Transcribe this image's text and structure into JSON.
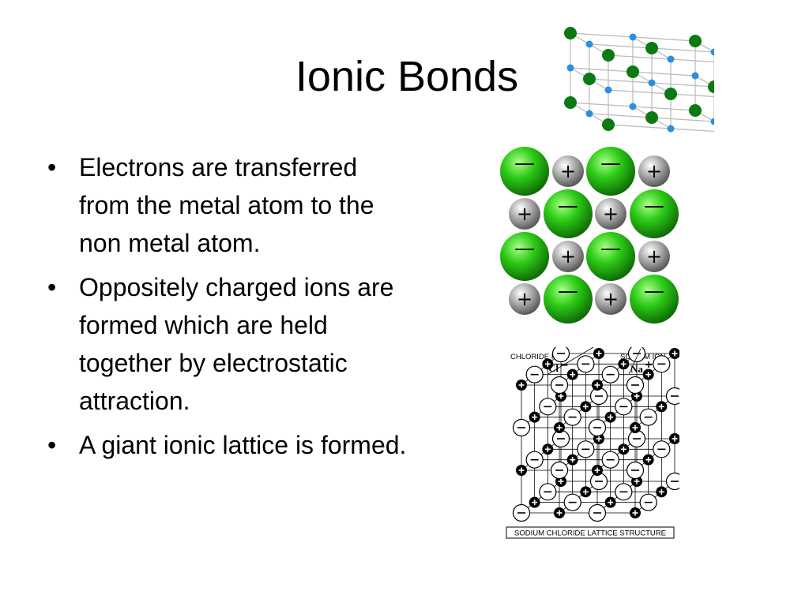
{
  "slide": {
    "title": "Ionic Bonds",
    "bullets": [
      "Electrons are transferred from the metal atom to the non metal atom.",
      "Oppositely charged ions are formed which are held together by electrostatic attraction.",
      "A giant ionic lattice is formed."
    ]
  },
  "sphere_grid": {
    "rows": [
      [
        "-",
        "+",
        "-",
        "+"
      ],
      [
        "+",
        "-",
        "+",
        "-"
      ],
      [
        "-",
        "+",
        "-",
        "+"
      ],
      [
        "+",
        "-",
        "+",
        "-"
      ]
    ],
    "minus_symbol": "—",
    "plus_symbol": "+",
    "anion_color": "#2ecc18",
    "cation_color": "#a9a9a9"
  },
  "lattice_diagram": {
    "chloride_label": "CHLORIDE ION",
    "chloride_symbol": "Cl",
    "sodium_label": "SODIUM ION",
    "sodium_symbol": "Na",
    "caption": "SODIUM CHLORIDE LATTICE STRUCTURE",
    "minus_symbol": "−",
    "plus_symbol": "+"
  },
  "cube_model": {
    "chloride_color": "#0b7a12",
    "sodium_color": "#2b8fe0"
  }
}
